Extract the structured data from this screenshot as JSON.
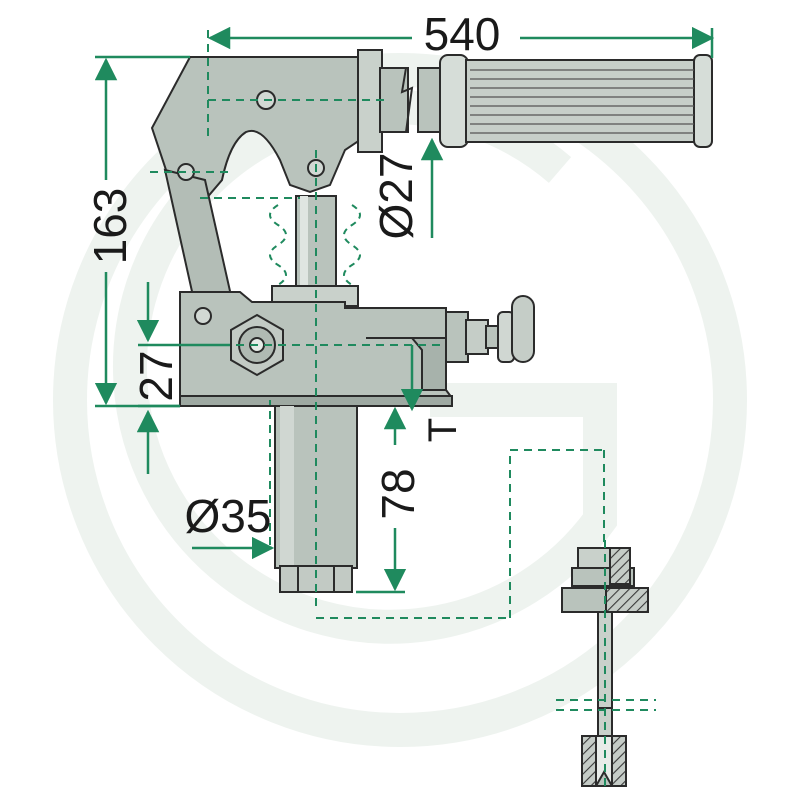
{
  "colors": {
    "part_fill": "#b9c3bc",
    "part_fill_light": "#d2d9d4",
    "part_fill_dark": "#8d9891",
    "outline": "#2b2b2b",
    "dimension_green": "#1f8a5e",
    "hatch": "#3a3a3a",
    "watermark": "#eef3ef"
  },
  "dimensions": {
    "overall_length": "540",
    "height": "163",
    "handle_diameter": "Ø27",
    "base_height": "27",
    "cylinder_length": "78",
    "cylinder_diameter": "Ø35",
    "tank_port": "T"
  },
  "icons": {
    "watermark": "gg-logo-watermark-icon"
  }
}
